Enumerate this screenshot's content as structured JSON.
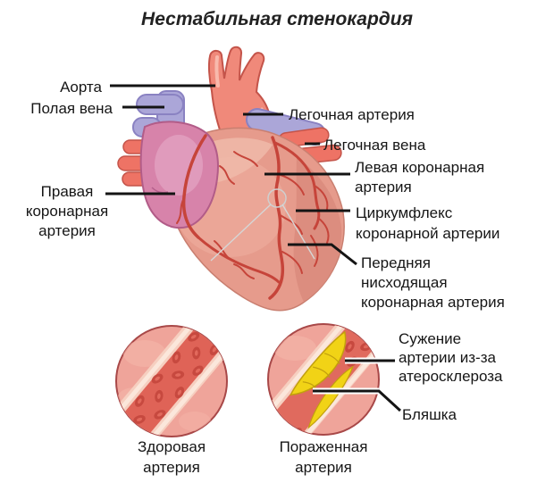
{
  "title": "Нестабильная стенокардия",
  "labels": {
    "aorta": "Аорта",
    "vena_cava": "Полая вена",
    "right_coronary": "Правая\nкоронарная\nартерия",
    "pulmonary_artery": "Легочная артерия",
    "pulmonary_vein": "Легочная вена",
    "left_coronary": "Левая коронарная\nартерия",
    "circumflex": "Циркумфлекс\nкоронарной артерии",
    "anterior_descending": "Передняя\nнисходящая\nкоронарная артерия",
    "stenosis": "Сужение\nартерии из-за\nатеросклероза",
    "plaque": "Бляшка",
    "healthy_artery": "Здоровая\nартерия",
    "diseased_artery": "Пораженная\nартерия"
  },
  "colors": {
    "leader_line": "#141414",
    "heart_body": "#e69b8c",
    "heart_sheen": "#f0bcab",
    "atrium_pink": "#d783aa",
    "vessel_purple": "#aba6d8",
    "vessel_red": "#ee7365",
    "coronary_red": "#c6443a",
    "circle_fill": "#efa49a",
    "circle_outline": "#a84848",
    "artery_wall": "#f6cfc0",
    "lumen_red": "#df6357",
    "blood_cell": "#c7493f",
    "plaque_yellow": "#f1d316"
  }
}
